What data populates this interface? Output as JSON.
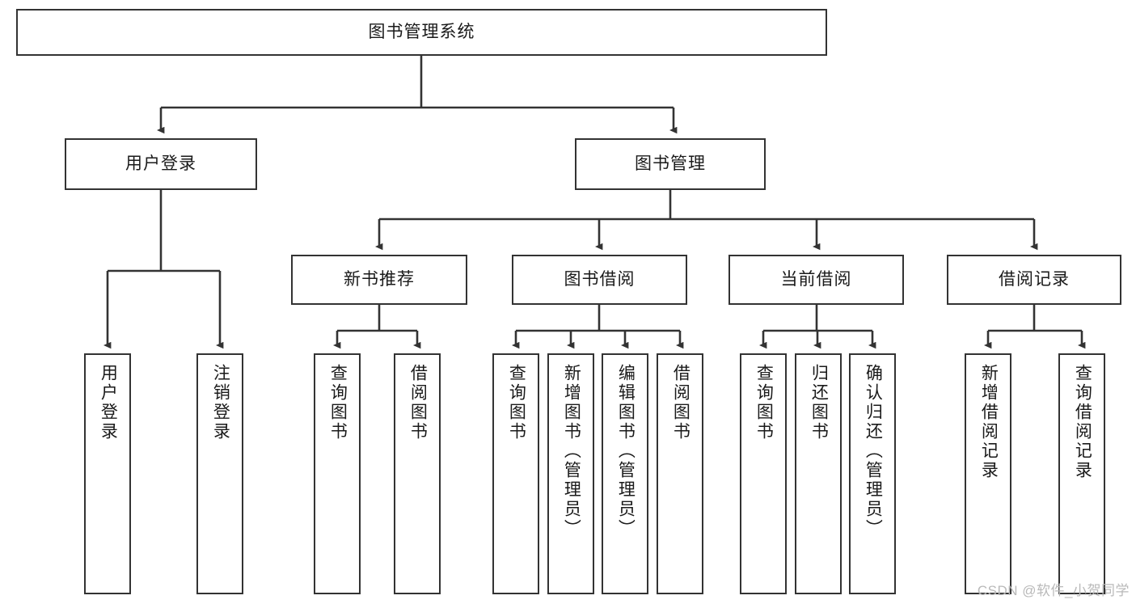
{
  "diagram": {
    "title": "图书管理系统",
    "type": "tree-hierarchy",
    "stroke_color": "#333333",
    "fill_color": "#ffffff",
    "text_color": "#1a1a1a",
    "root": {
      "label": "图书管理系统"
    },
    "level2": [
      {
        "label": "用户登录"
      },
      {
        "label": "图书管理"
      }
    ],
    "level3": [
      {
        "label": "新书推荐"
      },
      {
        "label": "图书借阅"
      },
      {
        "label": "当前借阅"
      },
      {
        "label": "借阅记录"
      }
    ],
    "leaves": {
      "user_login": [
        {
          "label": "用户登录"
        },
        {
          "label": "注销登录"
        }
      ],
      "new_book_recommend": [
        {
          "label": "查询图书"
        },
        {
          "label": "借阅图书"
        }
      ],
      "book_borrow": [
        {
          "label": "查询图书"
        },
        {
          "label": "新增图书（管理员）"
        },
        {
          "label": "编辑图书（管理员）"
        },
        {
          "label": "借阅图书"
        }
      ],
      "current_borrow": [
        {
          "label": "查询图书"
        },
        {
          "label": "归还图书"
        },
        {
          "label": "确认归还（管理员）"
        }
      ],
      "borrow_record": [
        {
          "label": "新增借阅记录"
        },
        {
          "label": "查询借阅记录"
        }
      ]
    }
  },
  "watermark": {
    "text": "CSDN @软件_小贺同学"
  }
}
